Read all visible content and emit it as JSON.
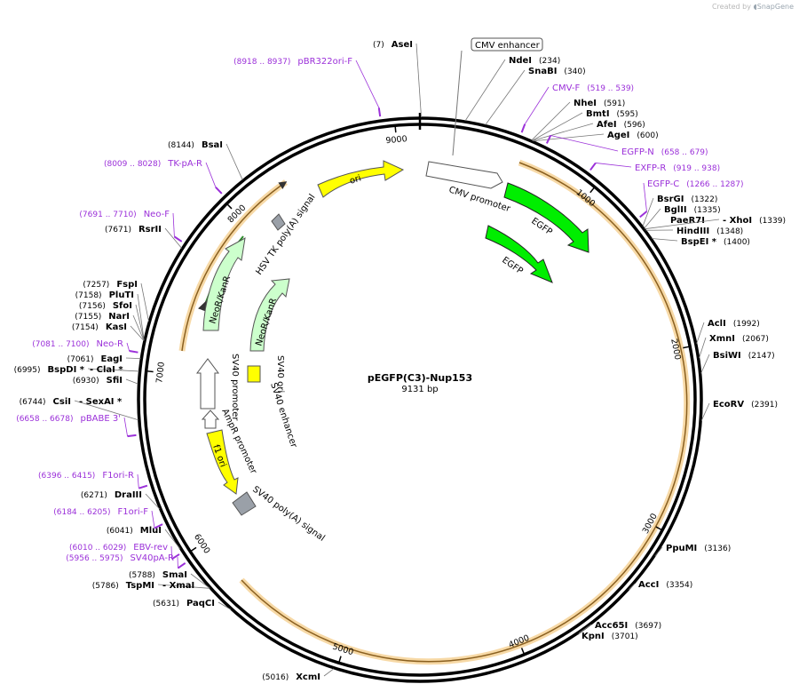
{
  "credit": {
    "prefix": "Created by",
    "brand": "SnapGene"
  },
  "plasmid": {
    "name": "pEGFP(C3)-Nup153",
    "length_label": "9131 bp",
    "length": 9131
  },
  "colors": {
    "primer": "#9b30d9",
    "ori": "#ffff00",
    "egfp": "#00ee00",
    "neo": "#ccffcc",
    "promoter": "#ffffff",
    "terminator": "#9aa0a8",
    "gene_arc": "#f0a830"
  },
  "ticks": [
    {
      "bp": 1000,
      "label": "1000"
    },
    {
      "bp": 2000,
      "label": "2000"
    },
    {
      "bp": 3000,
      "label": "3000"
    },
    {
      "bp": 4000,
      "label": "4000"
    },
    {
      "bp": 5000,
      "label": "5000"
    },
    {
      "bp": 6000,
      "label": "6000"
    },
    {
      "bp": 7000,
      "label": "7000"
    },
    {
      "bp": 8000,
      "label": "8000"
    },
    {
      "bp": 9000,
      "label": "9000"
    }
  ],
  "enzymes": [
    {
      "name": "AseI",
      "pos": "(7)",
      "bp": 7
    },
    {
      "name": "NdeI",
      "pos": "(234)",
      "bp": 234
    },
    {
      "name": "SnaBI",
      "pos": "(340)",
      "bp": 340
    },
    {
      "name": "NheI",
      "pos": "(591)",
      "bp": 591
    },
    {
      "name": "BmtI",
      "pos": "(595)",
      "bp": 595
    },
    {
      "name": "AfeI",
      "pos": "(596)",
      "bp": 596
    },
    {
      "name": "AgeI",
      "pos": "(600)",
      "bp": 600
    },
    {
      "name": "BsrGI",
      "pos": "(1322)",
      "bp": 1322
    },
    {
      "name": "BglII",
      "pos": "(1335)",
      "bp": 1335
    },
    {
      "name": "PaeR7I",
      "pos": "",
      "bp": 1339
    },
    {
      "name": "- XhoI",
      "pos": "(1339)",
      "bp": 1339
    },
    {
      "name": "HindIII",
      "pos": "(1348)",
      "bp": 1348
    },
    {
      "name": "BspEI *",
      "pos": "(1400)",
      "bp": 1400
    },
    {
      "name": "AclI",
      "pos": "(1992)",
      "bp": 1992
    },
    {
      "name": "XmnI",
      "pos": "(2067)",
      "bp": 2067
    },
    {
      "name": "BsiWI",
      "pos": "(2147)",
      "bp": 2147
    },
    {
      "name": "EcoRV",
      "pos": "(2391)",
      "bp": 2391
    },
    {
      "name": "PpuMI",
      "pos": "(3136)",
      "bp": 3136
    },
    {
      "name": "AccI",
      "pos": "(3354)",
      "bp": 3354
    },
    {
      "name": "Acc65I",
      "pos": "(3697)",
      "bp": 3697
    },
    {
      "name": "KpnI",
      "pos": "(3701)",
      "bp": 3701
    },
    {
      "name": "XcmI",
      "pos": "(5016)",
      "bp": 5016
    },
    {
      "name": "PaqCI",
      "pos": "(5631)",
      "bp": 5631
    },
    {
      "name": "SmaI",
      "pos": "(5788)",
      "bp": 5788
    },
    {
      "name": "TspMI",
      "pos": "(5786)",
      "bp": 5786
    },
    {
      "name": "- XmaI",
      "pos": "",
      "bp": 5786
    },
    {
      "name": "MluI",
      "pos": "(6041)",
      "bp": 6041
    },
    {
      "name": "DraIII",
      "pos": "(6271)",
      "bp": 6271
    },
    {
      "name": "CsiI",
      "pos": "(6744)",
      "bp": 6744
    },
    {
      "name": "- SexAI *",
      "pos": "",
      "bp": 6744
    },
    {
      "name": "SfiI",
      "pos": "(6930)",
      "bp": 6930
    },
    {
      "name": "BspDI *",
      "pos": "(6995)",
      "bp": 6995
    },
    {
      "name": "- ClaI *",
      "pos": "",
      "bp": 6995
    },
    {
      "name": "EagI",
      "pos": "(7061)",
      "bp": 7061
    },
    {
      "name": "KasI",
      "pos": "(7154)",
      "bp": 7154
    },
    {
      "name": "NarI",
      "pos": "(7155)",
      "bp": 7155
    },
    {
      "name": "SfoI",
      "pos": "(7156)",
      "bp": 7156
    },
    {
      "name": "PluTI",
      "pos": "(7158)",
      "bp": 7158
    },
    {
      "name": "FspI",
      "pos": "(7257)",
      "bp": 7257
    },
    {
      "name": "RsrII",
      "pos": "(7671)",
      "bp": 7671
    },
    {
      "name": "BsaI",
      "pos": "(8144)",
      "bp": 8144
    }
  ],
  "primers": [
    {
      "name": "pBR322ori-F",
      "range": "(8918 .. 8937)",
      "bp": 8928
    },
    {
      "name": "CMV-F",
      "range": "(519 .. 539)",
      "bp": 529
    },
    {
      "name": "EGFP-N",
      "range": "(658 .. 679)",
      "bp": 668
    },
    {
      "name": "EXFP-R",
      "range": "(919 .. 938)",
      "bp": 928
    },
    {
      "name": "EGFP-C",
      "range": "(1266 .. 1287)",
      "bp": 1276
    },
    {
      "name": "TK-pA-R",
      "range": "(8009 .. 8028)",
      "bp": 8018
    },
    {
      "name": "Neo-F",
      "range": "(7691 .. 7710)",
      "bp": 7700
    },
    {
      "name": "Neo-R",
      "range": "(7081 .. 7100)",
      "bp": 7090
    },
    {
      "name": "pBABE 3'",
      "range": "(6658 .. 6678)",
      "bp": 6668
    },
    {
      "name": "F1ori-R",
      "range": "(6396 .. 6415)",
      "bp": 6405
    },
    {
      "name": "F1ori-F",
      "range": "(6184 .. 6205)",
      "bp": 6194
    },
    {
      "name": "EBV-rev",
      "range": "(6010 .. 6029)",
      "bp": 6019
    },
    {
      "name": "SV40pA-R",
      "range": "(5956 .. 5975)",
      "bp": 5965
    }
  ],
  "features": [
    {
      "name": "CMV enhancer"
    },
    {
      "name": "CMV promoter"
    },
    {
      "name": "EGFP"
    },
    {
      "name": "EGFP"
    },
    {
      "name": "ori"
    },
    {
      "name": "HSV TK poly(A) signal"
    },
    {
      "name": "NeoR/KanR"
    },
    {
      "name": "NeoR/KanR"
    },
    {
      "name": "SV40 ori"
    },
    {
      "name": "SV40 promoter"
    },
    {
      "name": "SV40 enhancer"
    },
    {
      "name": "AmpR promoter"
    },
    {
      "name": "f1 ori"
    },
    {
      "name": "SV40 poly(A) signal"
    }
  ]
}
